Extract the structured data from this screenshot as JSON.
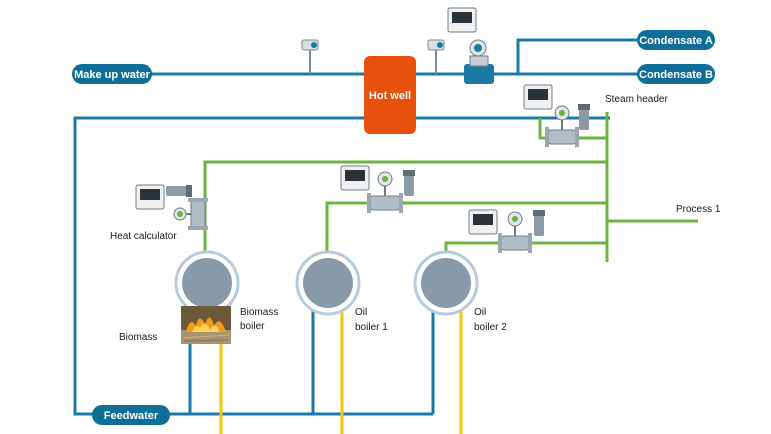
{
  "labels": {
    "makeup_water": "Make up water",
    "condensate_a": "Condensate A",
    "condensate_b": "Condensate B",
    "hot_well": "Hot well",
    "steam_header": "Steam header",
    "process_1": "Process 1",
    "heat_calculator": "Heat calculator",
    "biomass": "Biomass",
    "biomass_boiler_1": "Biomass",
    "biomass_boiler_2": "boiler",
    "oil_boiler_1_a": "Oil",
    "oil_boiler_1_b": "boiler 1",
    "oil_boiler_2_a": "Oil",
    "oil_boiler_2_b": "boiler 2",
    "feedwater": "Feedwater"
  },
  "colors": {
    "water_line": "#1a7aa3",
    "steam_line": "#6cb33f",
    "fuel_line": "#f2c80f",
    "pill": "#0f6e96",
    "hot_well": "#e8500e",
    "boiler_ring": "#b7cbdc",
    "boiler_core": "#8a99a8"
  },
  "icons": [
    "transmitter-icon",
    "flowmeter-icon",
    "vortex-flowmeter-icon",
    "pressure-transmitter-icon",
    "heat-calculator-icon",
    "fire-icon"
  ]
}
